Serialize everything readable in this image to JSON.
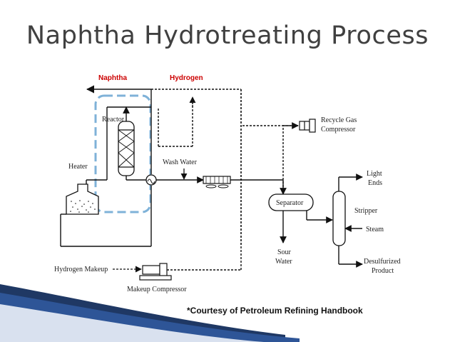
{
  "title": "Naphtha Hydrotreating Process",
  "feeds": {
    "naphtha": "Naphtha",
    "hydrogen": "Hydrogen"
  },
  "labels": {
    "reactor": "Reactor",
    "heater": "Heater",
    "wash_water": "Wash Water",
    "recycle_gas_compressor_1": "Recycle Gas",
    "recycle_gas_compressor_2": "Compressor",
    "separator": "Separator",
    "sour_water_1": "Sour",
    "sour_water_2": "Water",
    "light_ends_1": "Light",
    "light_ends_2": "Ends",
    "stripper": "Stripper",
    "steam": "Steam",
    "desulfurized_1": "Desulfurized",
    "desulfurized_2": "Product",
    "hydrogen_makeup": "Hydrogen Makeup",
    "makeup_compressor": "Makeup Compressor"
  },
  "courtesy": "*Courtesy of Petroleum Refining Handbook",
  "colors": {
    "accent_highlight": "#7fb2d8",
    "feed_label": "#cc0000",
    "swoosh": "#1f3864"
  }
}
